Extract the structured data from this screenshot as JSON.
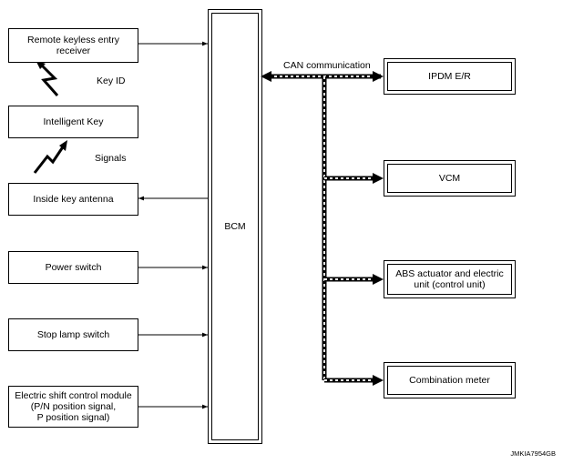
{
  "inputs": {
    "remote_keyless": "Remote keyless entry receiver",
    "intelligent_key": "Intelligent Key",
    "inside_antenna": "Inside key antenna",
    "power_switch": "Power switch",
    "stop_lamp": "Stop lamp switch",
    "shift_module_line1": "Electric shift control module",
    "shift_module_line2": "(P/N position signal,",
    "shift_module_line3": "P position signal)"
  },
  "signals": {
    "key_id": "Key ID",
    "signals": "Signals"
  },
  "bcm": "BCM",
  "can_label": "CAN communication",
  "outputs": {
    "ipdm": "IPDM E/R",
    "vcm": "VCM",
    "abs_line1": "ABS actuator and electric",
    "abs_line2": "unit (control unit)",
    "combination_meter": "Combination meter"
  },
  "figure_code": "JMKIA7954GB"
}
